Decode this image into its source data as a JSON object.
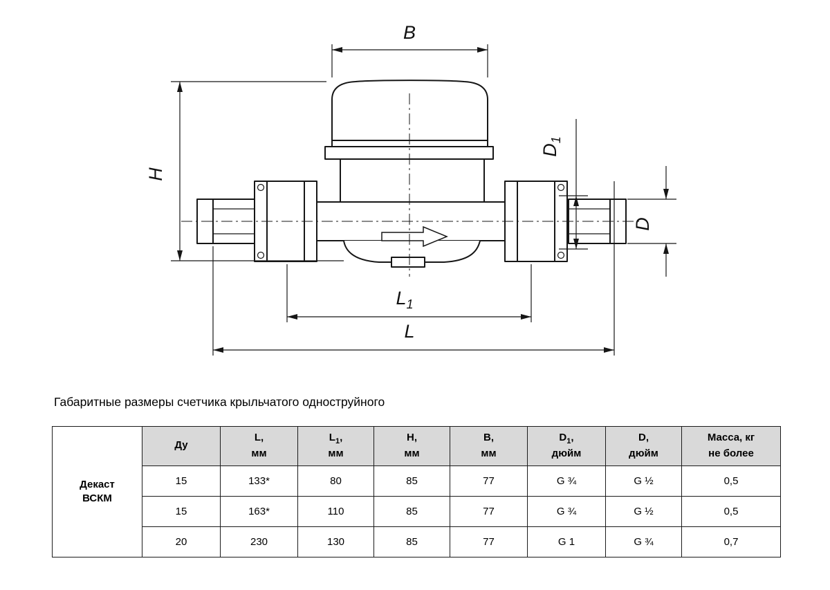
{
  "drawing": {
    "labels": {
      "B": "B",
      "H": "H",
      "D1_base": "D",
      "D1_sub": "1",
      "D": "D",
      "L1_base": "L",
      "L1_sub": "1",
      "L": "L"
    }
  },
  "caption": {
    "text": "Габаритные размеры счетчика крыльчатого одноструйного"
  },
  "table": {
    "row_header": {
      "line1": "Декаст",
      "line2": "ВСКМ"
    },
    "columns": [
      {
        "base": "Ду",
        "sub": "",
        "rest": "",
        "unit": ""
      },
      {
        "base": "L",
        "sub": "",
        "rest": ",",
        "unit": "мм"
      },
      {
        "base": "L",
        "sub": "1",
        "rest": ",",
        "unit": "мм"
      },
      {
        "base": "H",
        "sub": "",
        "rest": ",",
        "unit": "мм"
      },
      {
        "base": "B",
        "sub": "",
        "rest": ",",
        "unit": "мм"
      },
      {
        "base": "D",
        "sub": "1",
        "rest": ",",
        "unit": "дюйм"
      },
      {
        "base": "D",
        "sub": "",
        "rest": ",",
        "unit": "дюйм"
      },
      {
        "base": "Масса, кг",
        "sub": "",
        "rest": "",
        "unit": "не более"
      }
    ],
    "rows": [
      [
        "15",
        "133*",
        "80",
        "85",
        "77",
        "G ¾",
        "G ½",
        "0,5"
      ],
      [
        "15",
        "163*",
        "110",
        "85",
        "77",
        "G ¾",
        "G ½",
        "0,5"
      ],
      [
        "20",
        "230",
        "130",
        "85",
        "77",
        "G 1",
        "G ¾",
        "0,7"
      ]
    ]
  }
}
